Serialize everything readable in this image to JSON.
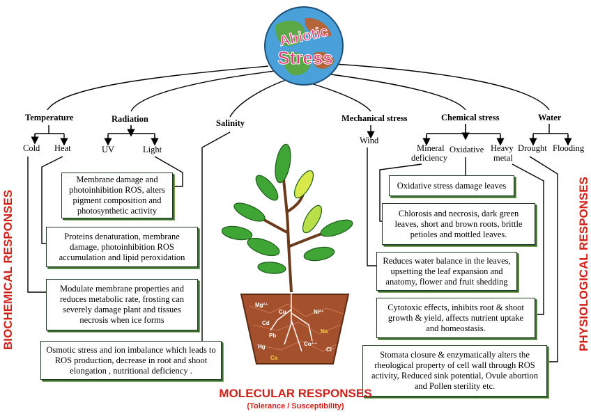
{
  "globe": {
    "line1": "Abiotic",
    "line2": "Stress"
  },
  "categories": {
    "temperature": "Temperature",
    "radiation": "Radiation",
    "salinity": "Salinity",
    "mechanical": "Mechanical stress",
    "chemical": "Chemical stress",
    "water": "Water"
  },
  "subcategories": {
    "cold": "Cold",
    "heat": "Heat",
    "uv": "UV",
    "light": "Light",
    "wind": "Wind",
    "mineral_line1": "Mineral",
    "mineral_line2": "deficiency",
    "oxidative": "Oxidative",
    "heavy_line1": "Heavy",
    "heavy_line2": "metal",
    "drought": "Drought",
    "flooding": "Flooding"
  },
  "boxes": {
    "radiation": "Membrane damage and photoinhibition ROS, alters pigment composition and photosynthetic activity",
    "heat": "Proteins denaturation, membrane damage, photoinhibition ROS accumulation and lipid peroxidation",
    "cold": "Modulate membrane properties and reduces metabolic rate, frosting can severely damage plant and tissues necrosis when ice forms",
    "salinity": "Osmotic stress and ion imbalance which leads to ROS production, decrease in root and shoot elongation , nutritional deficiency .",
    "oxidative": "Oxidative stress damage leaves",
    "mineral": "Chlorosis and necrosis, dark green leaves, short and brown roots, brittle petioles and mottled leaves.",
    "wind": "Reduces water balance in the leaves, upsetting the leaf expansion and anatomy, flower and fruit shedding",
    "heavy_metal": "Cytotoxic effects, inhibits root & shoot growth & yield, affects nutrient uptake and homeostasis.",
    "water": "Stomata closure & enzymatically alters the rheological property of cell wall through ROS activity, Reduced sink potential, Ovule abortion and Pollen sterility etc."
  },
  "ions": [
    "Mg²⁺",
    "Cd",
    "Cu",
    "Pb",
    "Hg",
    "Ca",
    "Ni²⁺",
    "Na",
    "Co⁺⁺",
    "Cl⁻"
  ],
  "side_labels": {
    "left": "BIOCHEMICAL RESPONSES",
    "right": "PHYSIOLOGICAL  RESPONSES",
    "bottom": "MOLECULAR RESPONSES",
    "bottom_sub": "(Tolerance / Susceptibility)"
  },
  "colors": {
    "accent_red": "#d1201a",
    "box_border": "#1f3a1f",
    "leaf": "#3fa535",
    "globe_sea": "#4aa0d8",
    "globe_land": "#5aa845"
  }
}
